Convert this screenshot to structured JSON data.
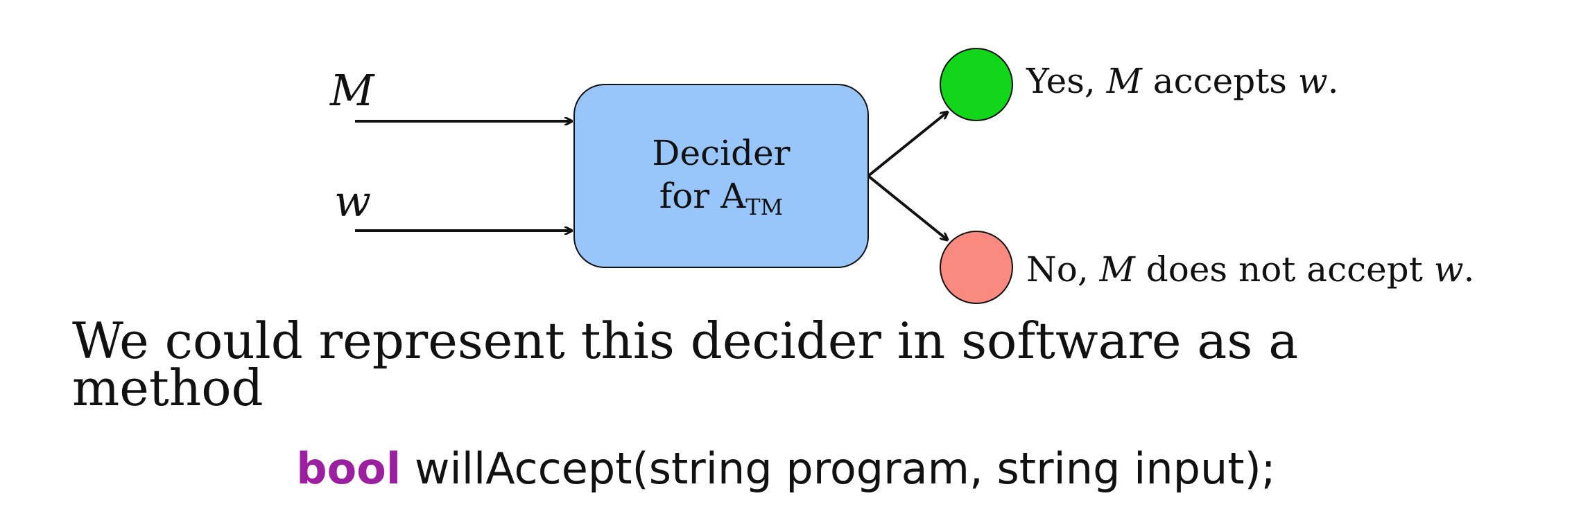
{
  "diagram": {
    "input_m": "M",
    "input_w": "w",
    "decider_line1": "Decider",
    "decider_line2": "for A",
    "decider_subscript": "TM",
    "yes_prefix": "Yes, ",
    "yes_m": "M",
    "yes_middle": " accepts ",
    "yes_w": "w",
    "yes_end": ".",
    "no_prefix": "No, ",
    "no_m": "M",
    "no_middle": " does not accept ",
    "no_w": "w",
    "no_end": ".",
    "colors": {
      "decider_fill": "#99c6fa",
      "yes_fill": "#11d61a",
      "no_fill": "#fa8a80",
      "code_keyword": "#9b1fa0"
    }
  },
  "body_text": "We could represent this decider in software as a method",
  "code": {
    "keyword": "bool",
    "rest": " willAccept(string program, string input);"
  }
}
